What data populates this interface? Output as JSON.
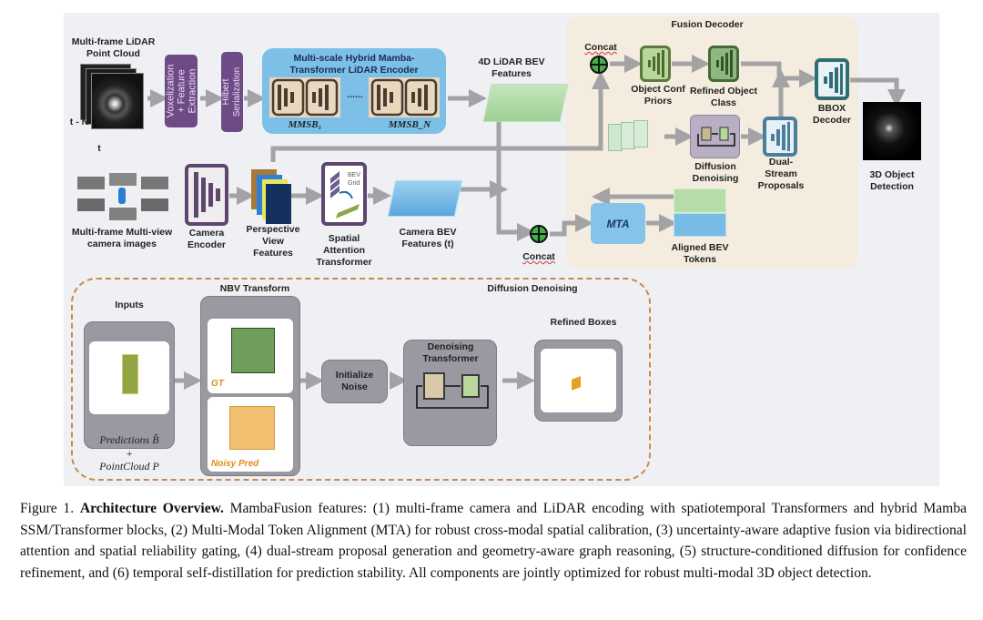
{
  "figure": {
    "lidar_input": "Multi-frame LiDAR Point Cloud",
    "time_start": "t - N",
    "time_end": "t",
    "voxelization": "Voxelization + Feature Extraction",
    "hilbert": "Hilbert Serialization",
    "lidar_encoder": "Multi-scale Hybrid Mamba-Transformer LiDAR Encoder",
    "mmsb_1": "MMSB₁",
    "mmsb_n": "MMSB_N",
    "ellipsis": "......",
    "lidar_bev": "4D LiDAR BEV Features",
    "camera_input": "Multi-frame Multi-view camera images",
    "camera_encoder": "Camera Encoder",
    "perspective": "Perspective View Features",
    "bev_grid": "BEV Grid",
    "spatial_attention": "Spatial Attention Transformer",
    "camera_bev": "Camera BEV Features (t)",
    "concat": "Concat",
    "mta": "MTA",
    "aligned_tokens": "Aligned BEV Tokens",
    "fusion_decoder": "Fusion Decoder",
    "conf_priors": "Object Conf Priors",
    "refined_class": "Refined Object Class",
    "bbox_decoder": "BBOX Decoder",
    "diffusion_denoising": "Diffusion Denoising",
    "dual_stream": "Dual-Stream Proposals",
    "detection": "3D Object Detection",
    "bottom": {
      "title": "Diffusion Denoising",
      "inputs": "Inputs",
      "predictions": "Predictions B̂",
      "plus": "+",
      "pointcloud": "PointCloud P",
      "nbv": "NBV Transform",
      "gt": "GT",
      "noisy": "Noisy Pred",
      "init_noise": "Initialize Noise",
      "denoising_transformer": "Denoising Transformer",
      "refined_boxes": "Refined Boxes"
    },
    "colors": {
      "purple": "#6e4a86",
      "encoder_blue": "#7cc0e8",
      "fusion_bg": "#f4ecde",
      "lidar_green": "#a9d6a2",
      "camera_blue": "#7fbde6",
      "dash_orange": "#c98a4a"
    }
  },
  "caption": {
    "label": "Figure 1.",
    "heading": "Architecture Overview.",
    "text": "MambaFusion  features: (1) multi-frame camera and LiDAR encoding with spatiotemporal Transformers and hybrid Mamba SSM/Transformer blocks, (2) Multi-Modal Token Alignment (MTA) for robust cross-modal spatial calibration, (3) uncertainty-aware adaptive fusion via bidirectional attention and spatial reliability gating, (4) dual-stream proposal generation and geometry-aware graph reasoning, (5) structure-conditioned diffusion for confidence refinement, and (6) temporal self-distillation for prediction stability. All components are jointly optimized for robust multi-modal 3D object detection."
  }
}
